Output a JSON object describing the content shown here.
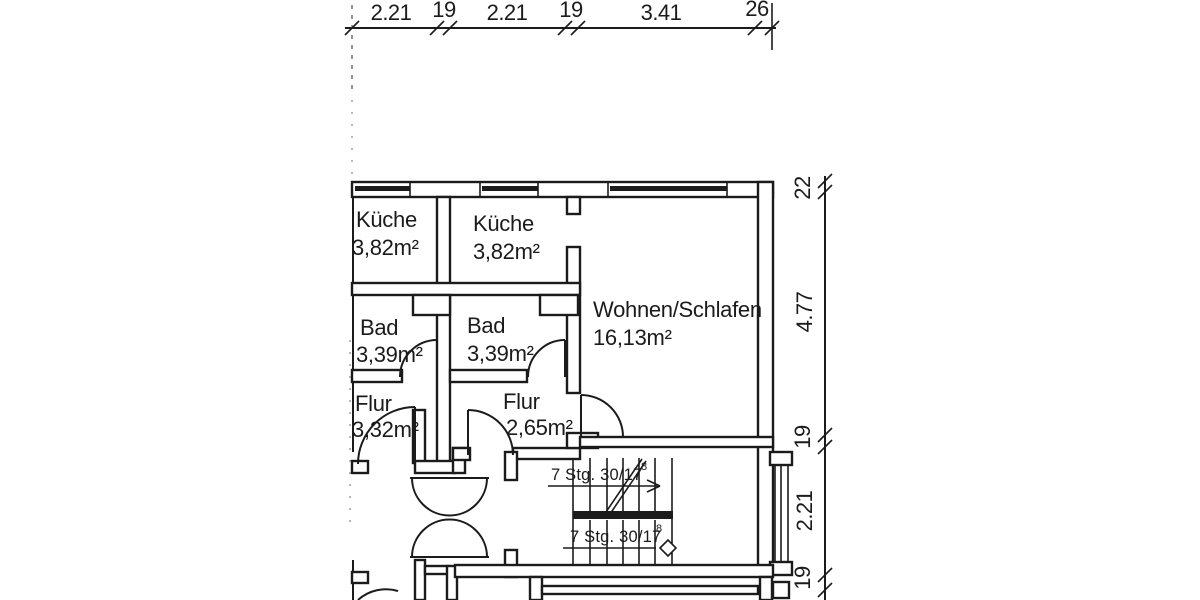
{
  "dimensions": {
    "top": [
      "2.21",
      "19",
      "2.21",
      "19",
      "3.41",
      "26"
    ],
    "right": [
      "22",
      "4.77",
      "19",
      "2.21",
      "19"
    ]
  },
  "rooms": [
    {
      "name": "Küche",
      "area": "3,82m²"
    },
    {
      "name": "Küche",
      "area": "3,82m²"
    },
    {
      "name": "Wohnen/Schlafen",
      "area": "16,13m²"
    },
    {
      "name": "Bad",
      "area": "3,39m²"
    },
    {
      "name": "Bad",
      "area": "3,39m²"
    },
    {
      "name": "Flur",
      "area": "3,32m²"
    },
    {
      "name": "Flur",
      "area": "2,65m²"
    }
  ],
  "stairs": {
    "upper_label": "7 Stg. 30/17",
    "upper_sup": "8",
    "lower_label": "7 Stg. 30/17",
    "lower_sup": "8"
  }
}
